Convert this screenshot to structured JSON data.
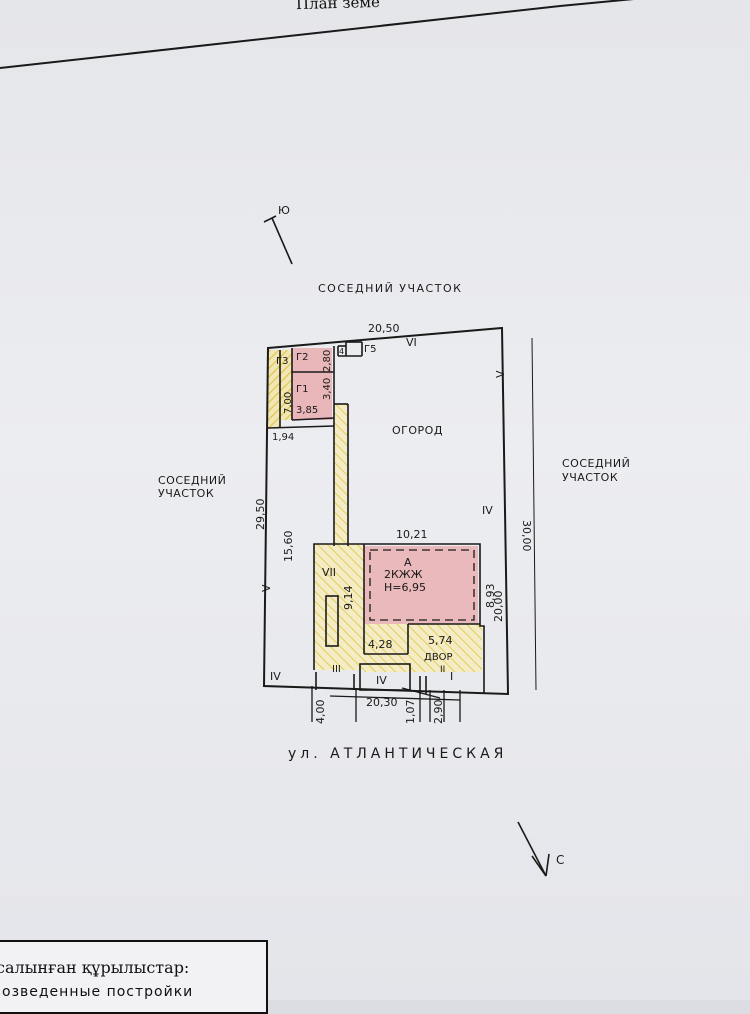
{
  "header": {
    "title": "План земе"
  },
  "labels": {
    "neighbor_top": "СОСЕДНИЙ УЧАСТОК",
    "neighbor_left_1": "СОСЕДНИЙ",
    "neighbor_left_2": "УЧАСТОК",
    "neighbor_right_1": "СОСЕДНИЙ",
    "neighbor_right_2": "УЧАСТОК",
    "garden": "ОГОРОД",
    "yard": "ДВОР",
    "street": "ул. АТЛАНТИЧЕСКАЯ",
    "north_letter": "Ю",
    "south_letter": "С"
  },
  "buildings": {
    "house_letter": "А",
    "house_type": "2КЖЖ",
    "house_height": "Н=6,95",
    "g1": "Г1",
    "g2": "Г2",
    "g3": "Г3",
    "g4": "4",
    "g5": "Г5"
  },
  "dimensions": {
    "top": "20,50",
    "right_total": "30,00",
    "right_lower": "20,00",
    "left_total": "29,50",
    "left_inner": "15,60",
    "bottom": "20,30",
    "house_width": "10,21",
    "house_depth": "8,93",
    "house_left": "9,14",
    "house_bottom": "4,28",
    "yard_width": "5,74",
    "g1_width": "3,85",
    "g1_depth": "3,40",
    "g2_depth": "2,80",
    "g3_depth": "7,00",
    "g3_width": "1,94",
    "b1": "4,00",
    "b2": "1,07",
    "b3": "2,90"
  },
  "fences": {
    "f1": "I",
    "f2": "II",
    "f3": "III",
    "f4": "IV",
    "f4b": "IV",
    "f4c": "IV",
    "f5a": "V",
    "f5b": "V",
    "f6": "VI",
    "f7": "VII"
  },
  "legend": {
    "line1": "салынған құрылыстар:",
    "line2": "озведенные постройки"
  },
  "colors": {
    "building_fill": "#e9b7b9",
    "hatch": "#e8d26a",
    "ink": "#1a1a1a"
  }
}
